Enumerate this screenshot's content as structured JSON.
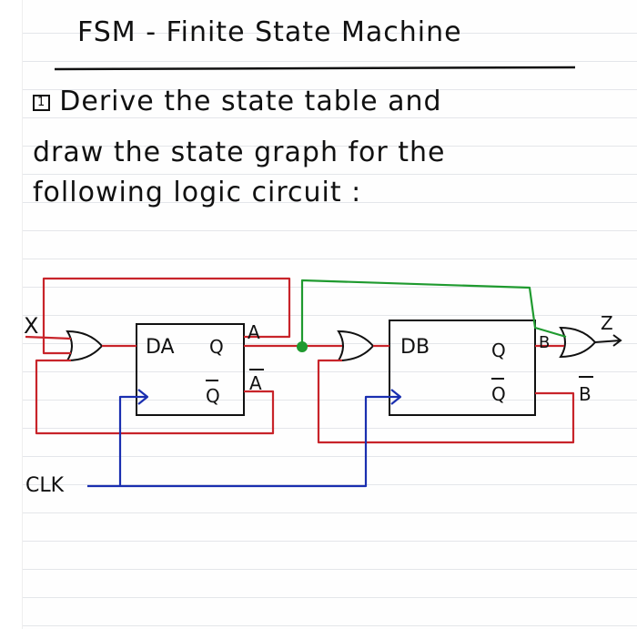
{
  "note": {
    "title": "FSM - Finite State Machine",
    "problem_number": "1",
    "problem_lines": [
      "Derive the state table and",
      "draw the state graph for the",
      "following logic circuit :"
    ]
  },
  "circuit": {
    "input_label": "X",
    "clock_label": "CLK",
    "output_label": "Z",
    "ff_a": {
      "d_label": "DA",
      "q_label": "Q",
      "qbar_label": "Q",
      "out_label": "A",
      "outbar_label": "A"
    },
    "ff_b": {
      "d_label": "DB",
      "q_label": "Q",
      "qbar_label": "Q",
      "out_label": "B",
      "outbar_label": "B"
    }
  },
  "colors": {
    "ink": "#111111",
    "red_wire": "#c8242a",
    "green_wire": "#1f9a2f",
    "blue_wire": "#1a2fb0",
    "ruled_line": "#e4e6ea"
  }
}
